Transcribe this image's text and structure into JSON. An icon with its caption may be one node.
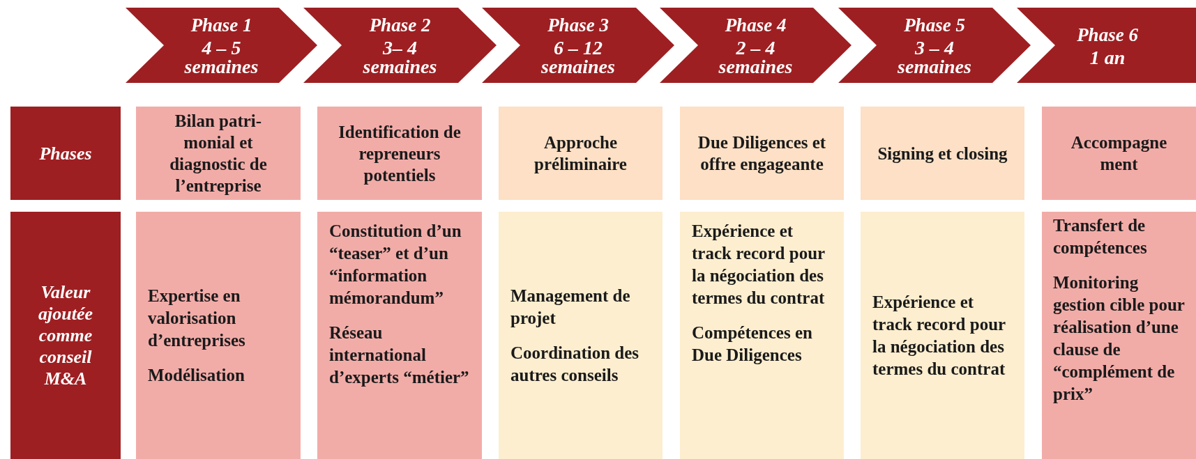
{
  "diagram": {
    "nodes": [
      {
        "text": [
          "Phase 1",
          "4 – 5 semaines"
        ]
      },
      {
        "text": [
          "Phase 2",
          "3– 4 semaines"
        ]
      },
      {
        "text": [
          "Phase 3",
          "6 – 12 semaines"
        ]
      },
      {
        "text": [
          "Phase 4",
          "2 – 4 semaines"
        ]
      },
      {
        "text": [
          "Phase 5",
          "3 – 4 semaines"
        ]
      },
      {
        "text": [
          "Phase 6",
          "1 an"
        ]
      },
      {
        "text": [
          "Phases"
        ]
      },
      {
        "text": [
          "Bilan patri- monial et diagnostic de l’entreprise"
        ]
      },
      {
        "text": [
          "Identification de repreneurs potentiels"
        ]
      },
      {
        "text": [
          "Approche préliminaire"
        ]
      },
      {
        "text": [
          "Due Diligences et offre engageante"
        ]
      },
      {
        "text": [
          "Signing et closing"
        ]
      },
      {
        "text": [
          "Accompagne ment"
        ]
      },
      {
        "text": [
          "Valeur ajoutée comme conseil M&A"
        ]
      },
      {
        "text": [
          "Expertise en valorisation d’entreprises",
          "Modélisation"
        ]
      },
      {
        "text": [
          "Constitution d’un “teaser” et d’un “information mémorandum”",
          "Réseau international d’experts “métier”"
        ]
      },
      {
        "text": [
          "Management de projet",
          "Coordination des autres conseils"
        ]
      },
      {
        "text": [
          "Expérience et track record pour la négociation des termes du contrat",
          "Compétences en Due Diligences"
        ]
      },
      {
        "text": [
          "Expérience et track record pour la négociation des termes du contrat"
        ]
      },
      {
        "text": [
          "Transfert de compétences",
          "Monitoring gestion cible pour réalisation d’une clause de “complément de prix”"
        ]
      }
    ]
  }
}
